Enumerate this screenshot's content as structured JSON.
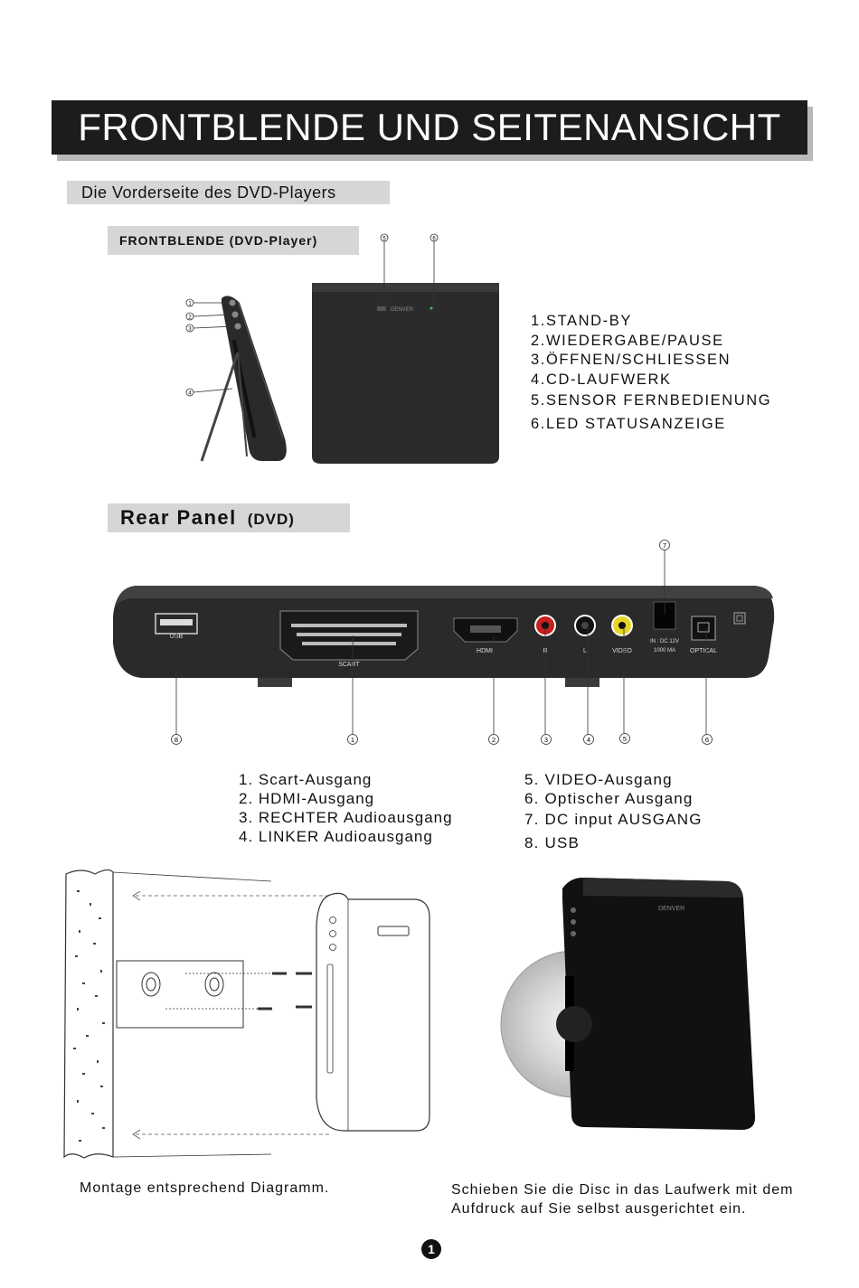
{
  "page": {
    "title": "FRONTBLENDE UND SEITENANSICHT",
    "section_front": "Die Vorderseite des DVD-Players",
    "front_label": "FRONTBLENDE (DVD-Player)",
    "rear_label_big": "Rear Panel",
    "rear_label_small": "(DVD)",
    "page_number": "1"
  },
  "front_items": [
    "1.STAND-BY",
    "2.WIEDERGABE/PAUSE",
    "3.ÖFFNEN/SCHLIESSEN",
    "4.CD-LAUFWERK",
    "5.SENSOR FERNBEDIENUNG",
    "6.LED STATUSANZEIGE"
  ],
  "rear_items_left": [
    "1. Scart-Ausgang",
    "2. HDMI-Ausgang",
    "3. RECHTER Audioausgang",
    "4. LINKER Audioausgang"
  ],
  "rear_items_right": [
    "5. VIDEO-Ausgang",
    "6. Optischer Ausgang",
    "7. DC input AUSGANG",
    "8. USB"
  ],
  "side_callouts": [
    "1",
    "2",
    "3",
    "4"
  ],
  "front_callouts": [
    "5",
    "6"
  ],
  "device_brand": "DENVER",
  "rear_port_labels": {
    "usb": "USB",
    "scart": "SCART",
    "hdmi": "HDMI",
    "r": "R",
    "l": "L",
    "video": "VIDEO",
    "dc_line1": "IN : DC 12V",
    "dc_line2": "1000 MA",
    "optical": "OPTICAL"
  },
  "rear_callouts": [
    "8",
    "1",
    "2",
    "3",
    "4",
    "5",
    "6",
    "7"
  ],
  "captions": {
    "mount": "Montage entsprechend Diagramm.",
    "disc": "Schieben Sie die Disc in das Laufwerk mit dem Aufdruck auf Sie selbst ausgerichtet ein."
  }
}
